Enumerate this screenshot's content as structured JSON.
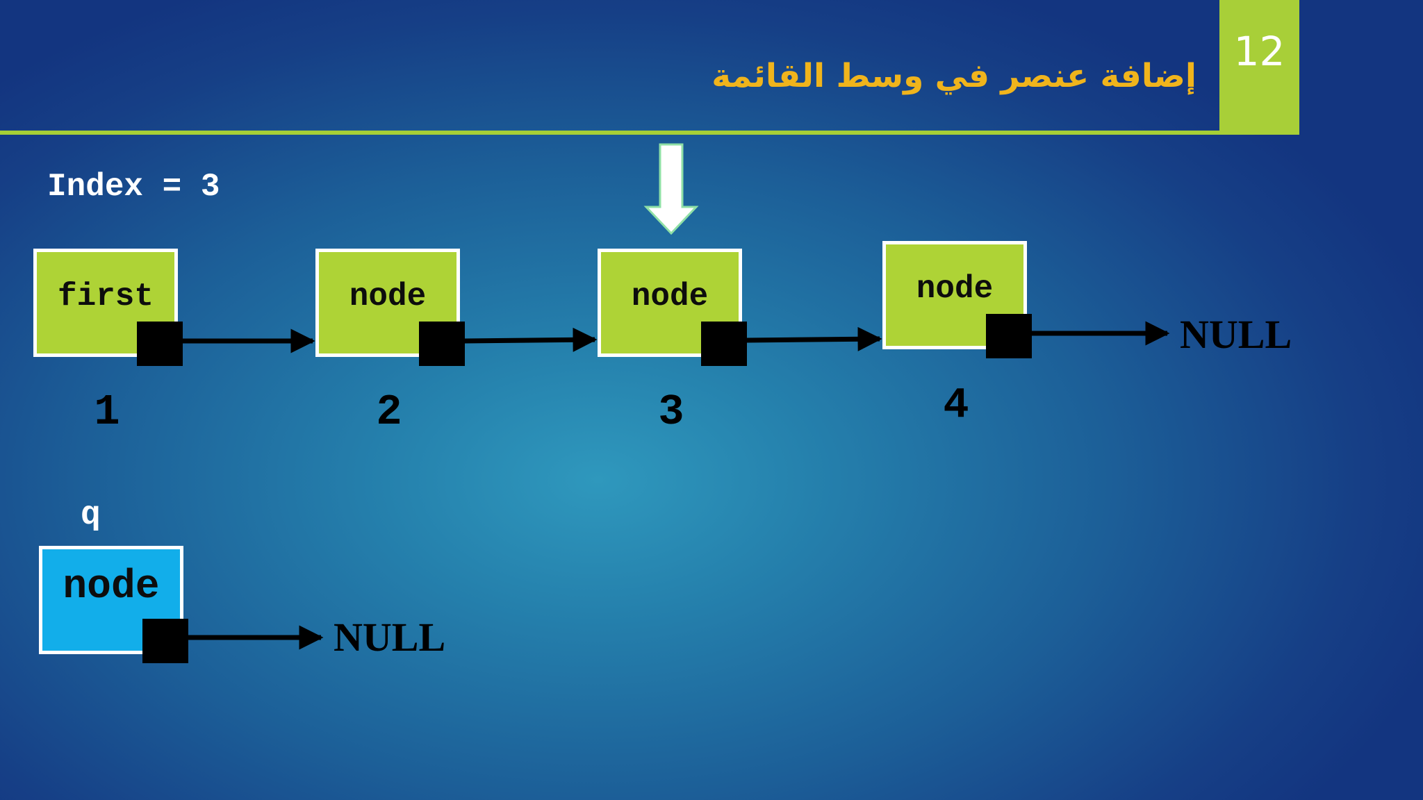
{
  "slide": {
    "number": "12",
    "title": "إضافة عنصر في وسط القائمة",
    "index_label": "Index = 3"
  },
  "list_nodes": [
    {
      "label": "first",
      "position": "1"
    },
    {
      "label": "node",
      "position": "2"
    },
    {
      "label": "node",
      "position": "3"
    },
    {
      "label": "node",
      "position": "4"
    }
  ],
  "list_end": "NULL",
  "new_node": {
    "variable": "q",
    "label": "node",
    "next": "NULL"
  },
  "insertion_marker": {
    "points_to_position": "3"
  },
  "colors": {
    "accent": "#a8cf38",
    "node_fill": "#aed336",
    "new_node_fill": "#12aeea",
    "title_text": "#f0b41c",
    "pointer": "#000000"
  }
}
